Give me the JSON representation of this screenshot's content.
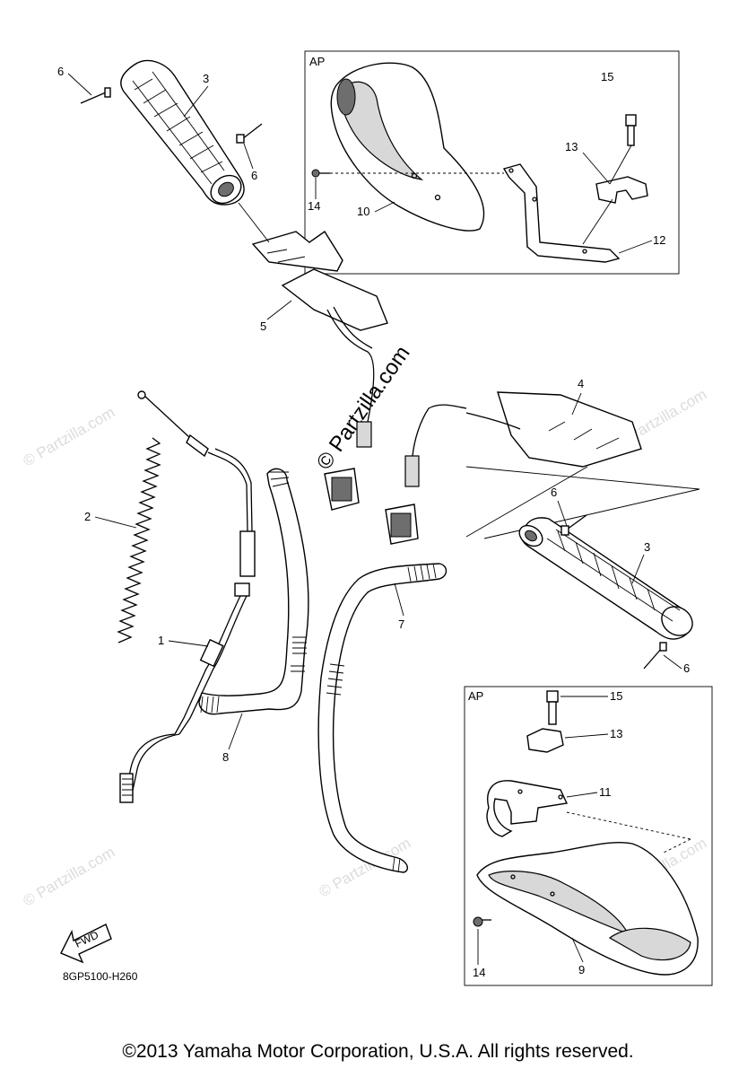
{
  "callouts": {
    "c1": "1",
    "c2": "2",
    "c3a": "3",
    "c3b": "3",
    "c4": "4",
    "c5": "5",
    "c6a": "6",
    "c6b": "6",
    "c6c": "6",
    "c6d": "6",
    "c7": "7",
    "c8": "8",
    "c9": "9",
    "c10": "10",
    "c11": "11",
    "c12": "12",
    "c13a": "13",
    "c13b": "13",
    "c14a": "14",
    "c14b": "14",
    "c15a": "15",
    "c15b": "15"
  },
  "inset_labels": {
    "top": "AP",
    "bottom": "AP"
  },
  "fwd_label": "FWD",
  "diagram_code": "8GP5100-H260",
  "watermark": "© Partzilla.com",
  "copyright": "©2013 Yamaha Motor Corporation, U.S.A. All rights reserved."
}
